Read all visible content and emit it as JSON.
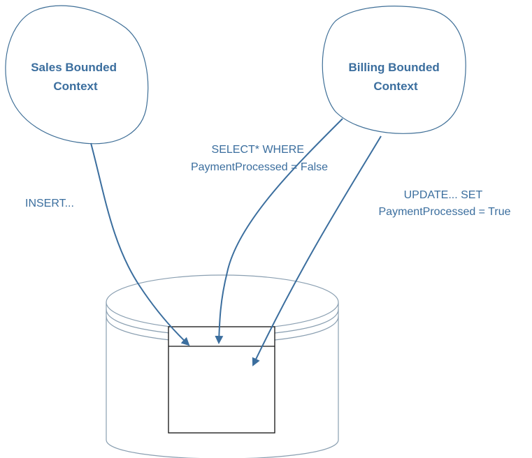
{
  "colors": {
    "accent": "#3b6e9e",
    "outline": "#3f6f97",
    "cylinder": "#8a9fb1",
    "table": "#111111"
  },
  "contexts": {
    "sales": {
      "line1": "Sales Bounded",
      "line2": "Context"
    },
    "billing": {
      "line1": "Billing Bounded",
      "line2": "Context"
    }
  },
  "operations": {
    "insert": "INSERT...",
    "select": {
      "line1": "SELECT* WHERE",
      "line2": "PaymentProcessed = False"
    },
    "update": {
      "line1": "UPDATE... SET",
      "line2": "PaymentProcessed = True"
    }
  }
}
